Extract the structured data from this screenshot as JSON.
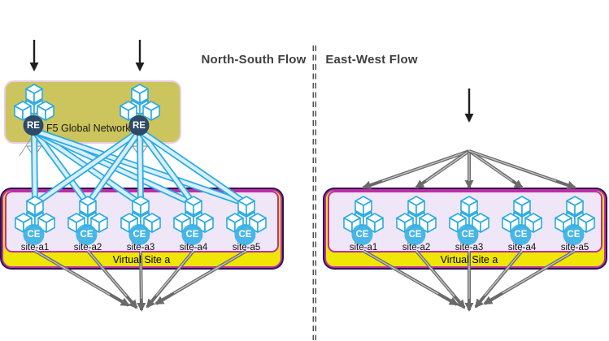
{
  "titles": {
    "left": "North-South Flow",
    "right": "East-West Flow"
  },
  "network_box": {
    "label": "F5 Global Network",
    "node_label": "RE"
  },
  "site_box": {
    "label": "Virtual Site a",
    "node_label": "CE",
    "sites": [
      "site-a1",
      "site-a2",
      "site-a3",
      "site-a4",
      "site-a5"
    ]
  },
  "colors": {
    "cyan": "#29abe2",
    "beam": "#d8eefa",
    "olive": "#ccc45c",
    "olive_border": "#e5cfe2",
    "lavender": "#efe7f8",
    "magenta": "#c02da5",
    "dark_purple": "#2a1650",
    "yellow": "#efe604",
    "navy": "#2e4a68",
    "ce_blue": "#3ab2e6",
    "gray": "#6a6a6a",
    "gray_light": "#c4c4c4",
    "black": "#1f1f1f",
    "dash": "#4f4f4f",
    "title": "#3f3f3f"
  }
}
